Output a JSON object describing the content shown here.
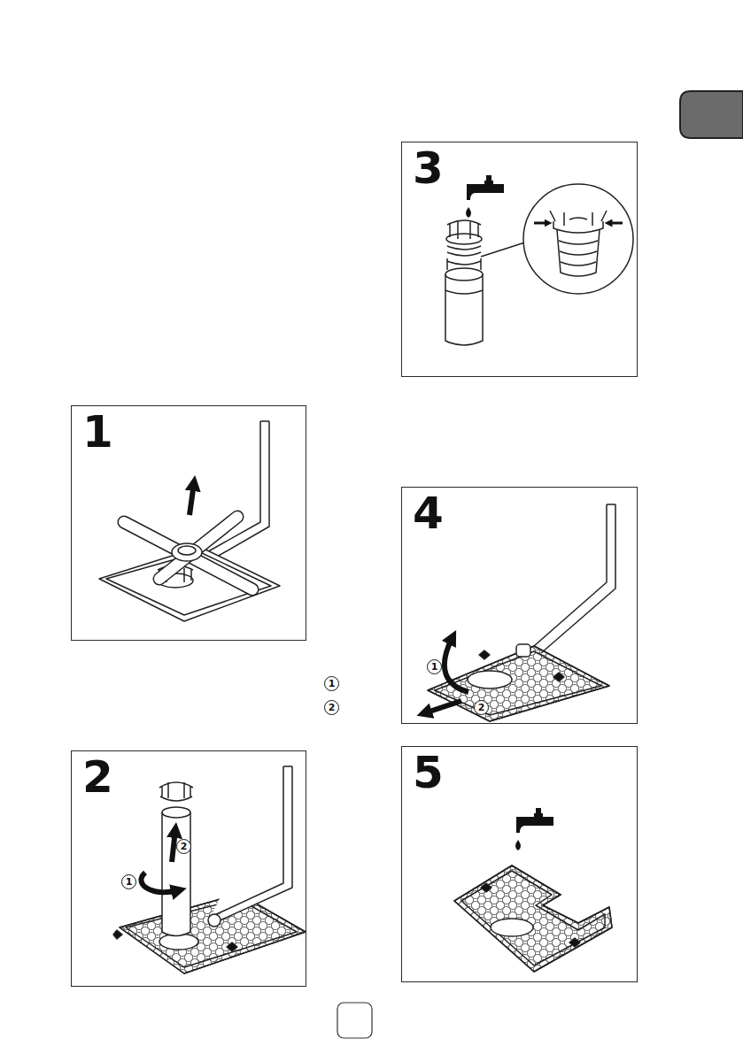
{
  "diagram": {
    "nodes": [
      {
        "text": [
          "1"
        ]
      },
      {
        "text": [
          "2"
        ]
      },
      {
        "text": [
          "3"
        ]
      },
      {
        "text": [
          "4"
        ]
      },
      {
        "text": [
          "5"
        ]
      }
    ],
    "labels": [
      "1",
      "2",
      "1",
      "2",
      "1",
      "2"
    ]
  }
}
